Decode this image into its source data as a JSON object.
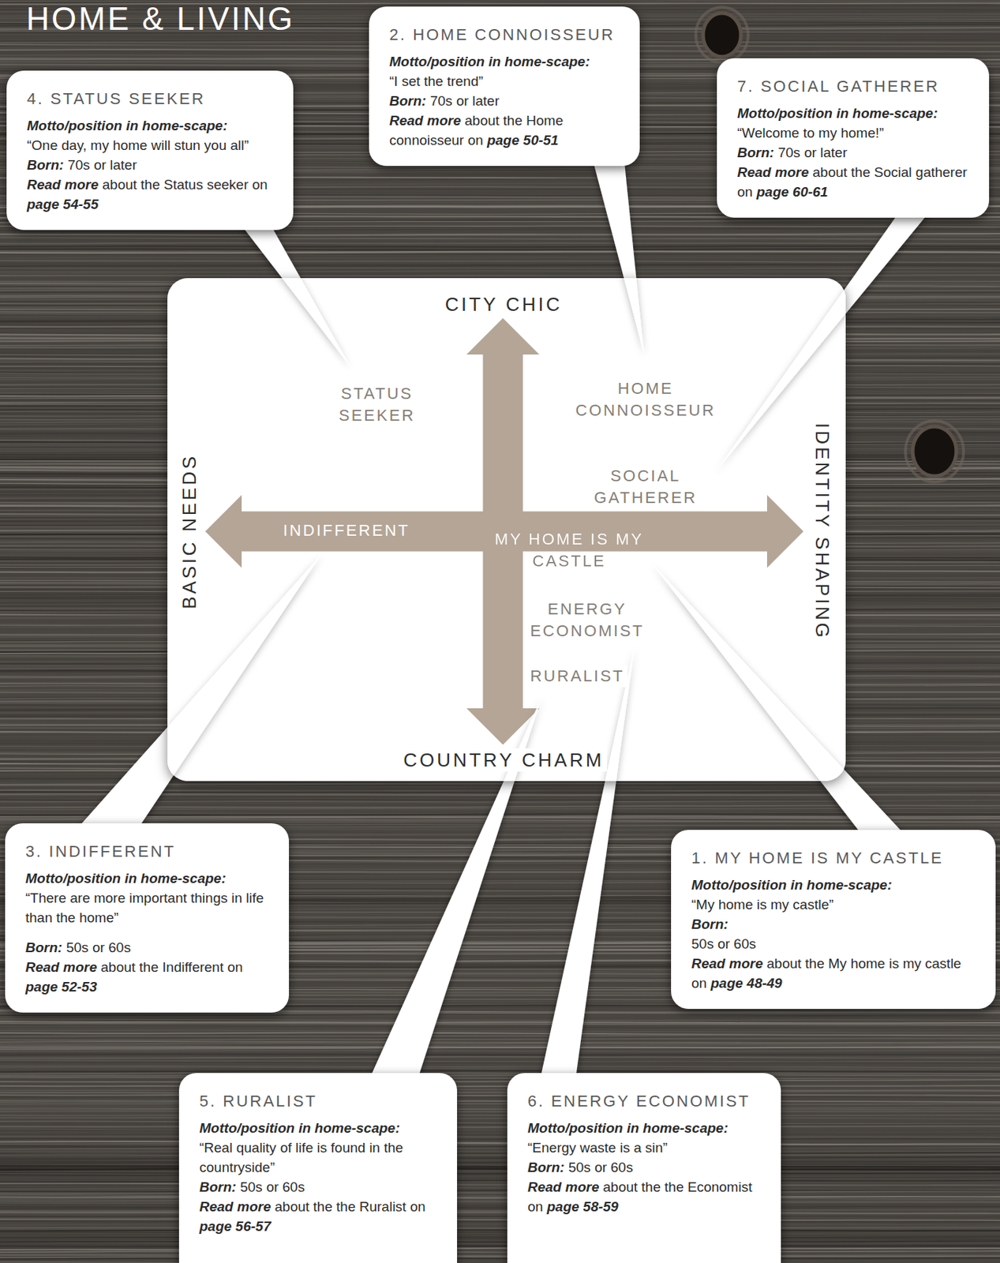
{
  "diagram": {
    "title": "HOME & LIVING",
    "nodes": [
      {
        "text": [
          "4. STATUS SEEKER",
          "Motto/position in home-scape:",
          "“One day, my home will stun you all”",
          "Born:",
          "70s or later",
          "Read more",
          "about the Status seeker on",
          "page 54-55"
        ]
      },
      {
        "text": [
          "2. HOME CONNOISSEUR",
          "Motto/position in home-scape:",
          "“I set the trend”",
          "Born:",
          "70s or later",
          "Read more",
          "about the Home connoisseur on",
          "page 50-51"
        ]
      },
      {
        "text": [
          "7. SOCIAL GATHERER",
          "Motto/position in home-scape:",
          "“Welcome to my home!”",
          "Born:",
          "70s or later",
          "Read more",
          "about the Social gatherer on",
          "page 60-61"
        ]
      },
      {
        "text": [
          "CITY CHIC",
          "STATUS SEEKER",
          "HOME CONNOISSEUR",
          "SOCIAL GATHERER",
          "BASIC NEEDS",
          "INDIFFERENT",
          "MY HOME IS MY CASTLE",
          "IDENTITY SHAPING",
          "ENERGY ECONOMIST",
          "RURALIST",
          "COUNTRY CHARM"
        ]
      },
      {
        "text": [
          "3. INDIFFERENT",
          "Motto/position in home-scape:",
          "“There are more important things in life than the home”",
          "Born:",
          "50s or 60s",
          "Read more",
          "about the Indifferent on",
          "page 52-53"
        ]
      },
      {
        "text": [
          "1. MY HOME IS MY CASTLE",
          "Motto/position in home-scape:",
          "“My home is my castle”",
          "Born:",
          "50s or 60s",
          "Read more",
          "about the My home is my castle on",
          "page 48-49"
        ]
      },
      {
        "text": [
          "5. RURALIST",
          "Motto/position in home-scape:",
          "“Real quality of life is found in the countryside”",
          "Born:",
          "50s or 60s",
          "Read more",
          "about the the Ruralist on",
          "page 56-57"
        ]
      },
      {
        "text": [
          "6. ENERGY ECONOMIST",
          "Motto/position in home-scape:",
          "“Energy waste is a sin”",
          "Born:",
          "50s or 60s",
          "Read more",
          "about the the Economist on",
          "page 58-59"
        ]
      }
    ]
  }
}
